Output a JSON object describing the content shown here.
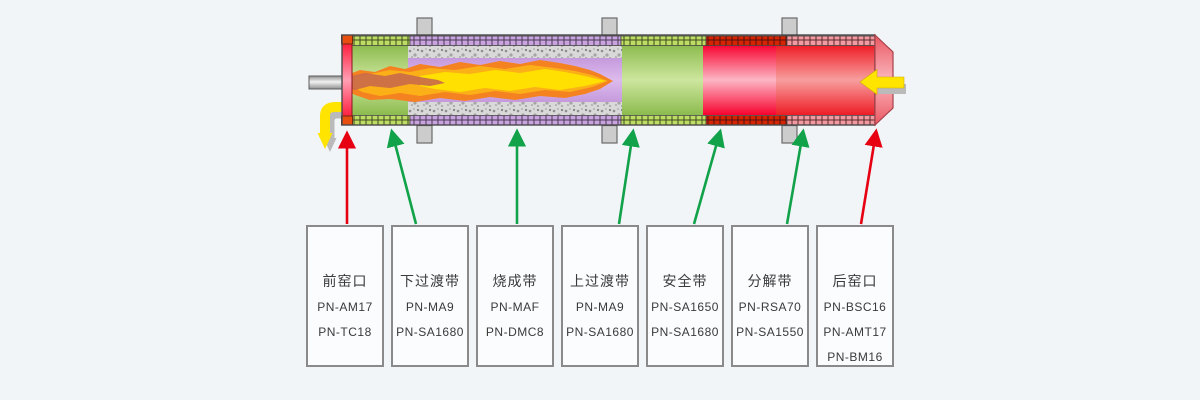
{
  "page": {
    "background": "#f1f5f8"
  },
  "kiln": {
    "zones": [
      {
        "name": "前窑口",
        "edge": "#ff0022",
        "center": "#ff9fb4"
      },
      {
        "name": "下过渡带",
        "edge": "#8cbb4e",
        "center": "#cde69e"
      },
      {
        "name": "烧成带",
        "edge": "#b886d3",
        "center": "#dcbbec"
      },
      {
        "name": "上过渡带",
        "edge": "#8cbb4e",
        "center": "#cde69e"
      },
      {
        "name": "安全带",
        "edge": "#f7032f",
        "center": "#fcb6c4"
      },
      {
        "name": "分解带",
        "edge": "#ee1c25",
        "center": "#f79e9e"
      },
      {
        "name": "后窑口",
        "edge": "#e95862",
        "center": "#fbb6bd"
      }
    ],
    "bricks": {
      "green": "#bcdc62",
      "purple": "#c9a2e0",
      "red": "#d42400",
      "pink": "#f29aa2",
      "front_corner": "#e84e10"
    },
    "flame": {
      "outer": "#f58220",
      "mid": "#fbb017",
      "inner": "#ffe000",
      "core": "#c96a4a"
    },
    "coating_color": "#d9d9d9",
    "support_color": "#cccccc",
    "burner_outline": "#5d5d5d",
    "flow_arrow_color": "#ffe400",
    "flow_shadow_color": "#bababa"
  },
  "colors": {
    "arrow_red": "#e60012",
    "arrow_green": "#11a24a",
    "box_border": "#8a8a8a",
    "text": "#3a3a3a"
  },
  "labels": [
    {
      "title": "前窑口",
      "codes": [
        "PN-AM17",
        "PN-TC18"
      ],
      "arrow_color": "#e60012"
    },
    {
      "title": "下过渡带",
      "codes": [
        "PN-MA9",
        "PN-SA1680"
      ],
      "arrow_color": "#11a24a"
    },
    {
      "title": "烧成带",
      "codes": [
        "PN-MAF",
        "PN-DMC8"
      ],
      "arrow_color": "#11a24a"
    },
    {
      "title": "上过渡带",
      "codes": [
        "PN-MA9",
        "PN-SA1680"
      ],
      "arrow_color": "#11a24a"
    },
    {
      "title": "安全带",
      "codes": [
        "PN-SA1650",
        "PN-SA1680"
      ],
      "arrow_color": "#11a24a"
    },
    {
      "title": "分解带",
      "codes": [
        "PN-RSA70",
        "PN-SA1550"
      ],
      "arrow_color": "#11a24a"
    },
    {
      "title": "后窑口",
      "codes": [
        "PN-BSC16",
        "PN-AMT17",
        "PN-BM16"
      ],
      "arrow_color": "#e60012"
    }
  ]
}
